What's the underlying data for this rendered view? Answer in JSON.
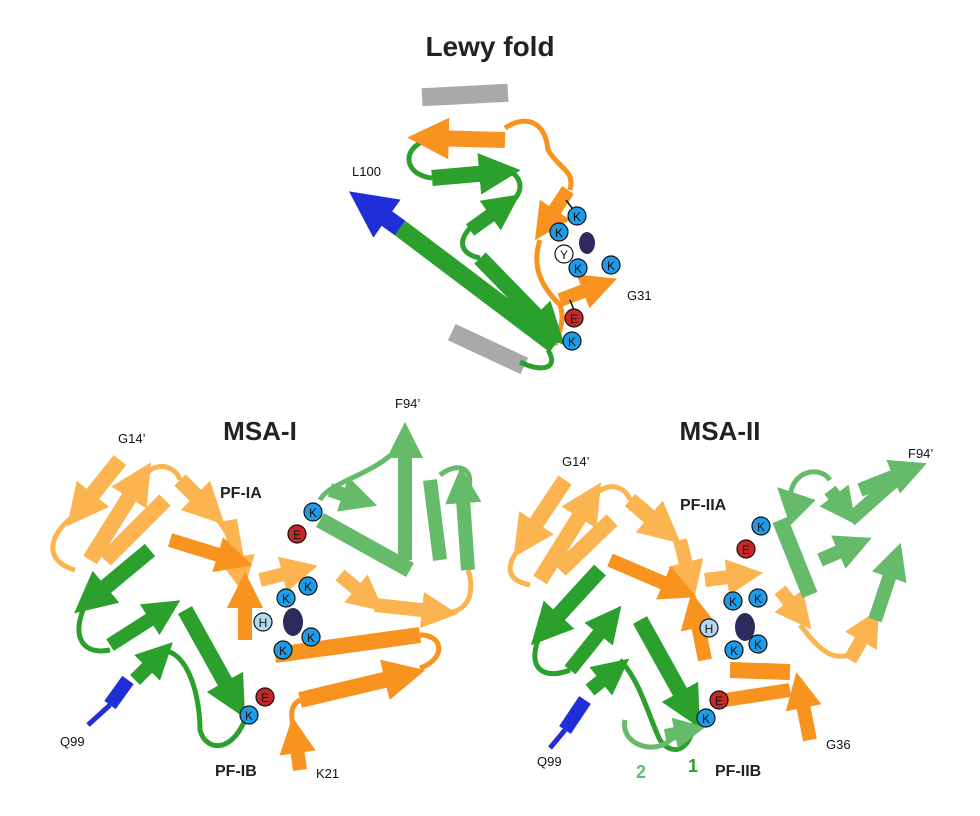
{
  "colors": {
    "orange": "#F7931E",
    "orange_light": "#FBB450",
    "green": "#2CA02C",
    "green_light": "#66BB6A",
    "blue": "#1F2ED6",
    "gray": "#A9A9A9",
    "lys": "#1E9BE8",
    "glu": "#C62828",
    "his": "#B3D9F2",
    "tyr": "#FFFFFF",
    "ligand": "#2E2A5C"
  },
  "lewy": {
    "title": "Lewy fold",
    "label_n": "L100",
    "label_c": "G31",
    "residues": [
      "K",
      "K",
      "Y",
      "K",
      "K",
      "E",
      "K"
    ]
  },
  "msa1": {
    "title": "MSA-I",
    "pf_top": "PF-IA",
    "pf_bottom": "PF-IB",
    "label_g14": "G14’",
    "label_f94": "F94’",
    "label_q99": "Q99",
    "label_k21": "K21",
    "residues": [
      "K",
      "E",
      "K",
      "K",
      "H",
      "K",
      "K",
      "E",
      "K"
    ]
  },
  "msa2": {
    "title": "MSA-II",
    "pf_top": "PF-IIA",
    "pf_bottom": "PF-IIB",
    "label_g14": "G14’",
    "label_f94": "F94’",
    "label_q99": "Q99",
    "label_g36": "G36",
    "conf_1": "1",
    "conf_2": "2",
    "residues": [
      "K",
      "E",
      "K",
      "K",
      "H",
      "K",
      "K",
      "E",
      "K"
    ]
  }
}
